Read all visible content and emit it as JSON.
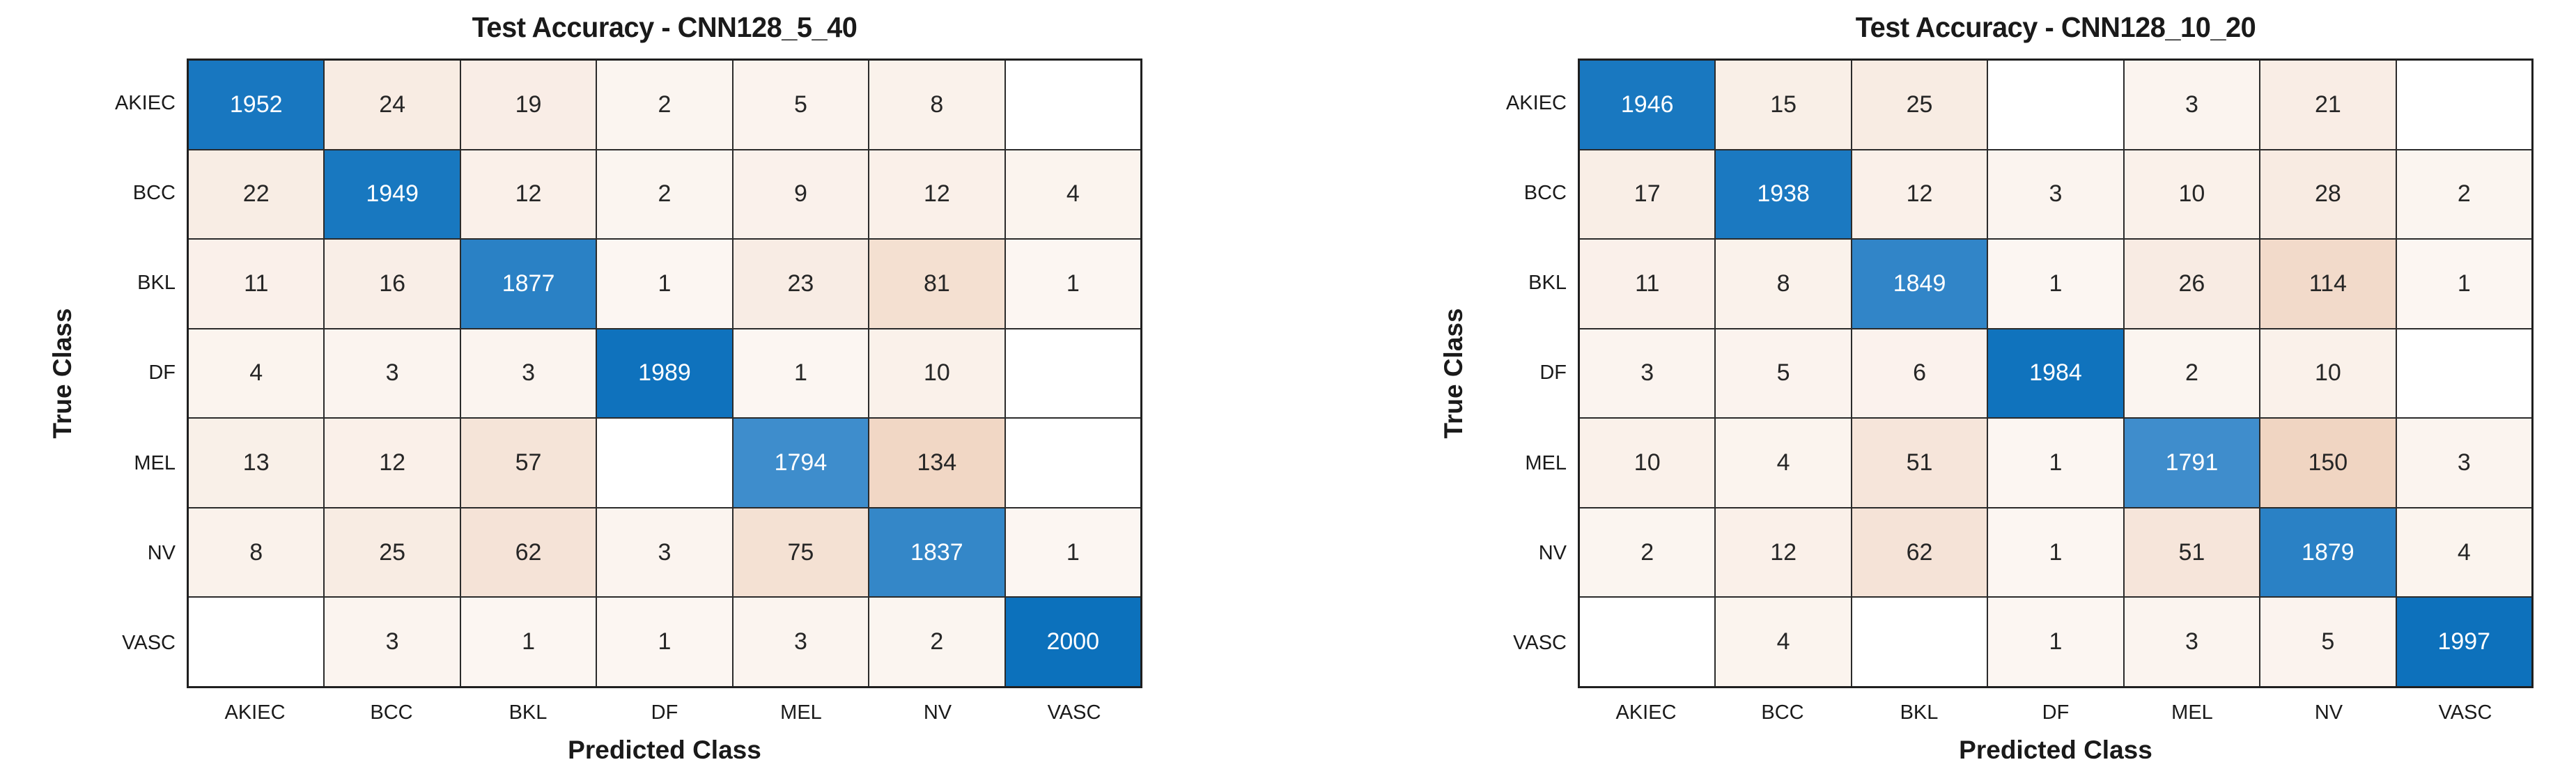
{
  "figure": {
    "background": "#ffffff"
  },
  "colors": {
    "diag_low": "#3F8DCC",
    "diag_high": "#0C71BC",
    "offdiag_tint": "#F0D5C2",
    "offdiag_zero": "#FFFFFF",
    "grid_line": "#2B2B2B",
    "cell_text_dark": "#262626",
    "cell_text_light": "#FFFFFF",
    "label_color": "#1A1A1A"
  },
  "chart_data": [
    {
      "type": "heatmap",
      "title": "Test Accuracy - CNN128_5_40",
      "xlabel": "Predicted Class",
      "ylabel": "True Class",
      "legend": "none",
      "grid": "on",
      "classes": [
        "AKIEC",
        "BCC",
        "BKL",
        "DF",
        "MEL",
        "NV",
        "VASC"
      ],
      "matrix": [
        [
          1952,
          24,
          19,
          2,
          5,
          8,
          null
        ],
        [
          22,
          1949,
          12,
          2,
          9,
          12,
          4
        ],
        [
          11,
          16,
          1877,
          1,
          23,
          81,
          1
        ],
        [
          4,
          3,
          3,
          1989,
          1,
          10,
          null
        ],
        [
          13,
          12,
          57,
          null,
          1794,
          134,
          null
        ],
        [
          8,
          25,
          62,
          3,
          75,
          1837,
          1
        ],
        [
          null,
          3,
          1,
          1,
          3,
          2,
          2000
        ]
      ]
    },
    {
      "type": "heatmap",
      "title": "Test Accuracy - CNN128_10_20",
      "xlabel": "Predicted Class",
      "ylabel": "True Class",
      "legend": "none",
      "grid": "on",
      "classes": [
        "AKIEC",
        "BCC",
        "BKL",
        "DF",
        "MEL",
        "NV",
        "VASC"
      ],
      "matrix": [
        [
          1946,
          15,
          25,
          null,
          3,
          21,
          null
        ],
        [
          17,
          1938,
          12,
          3,
          10,
          28,
          2
        ],
        [
          11,
          8,
          1849,
          1,
          26,
          114,
          1
        ],
        [
          3,
          5,
          6,
          1984,
          2,
          10,
          null
        ],
        [
          10,
          4,
          51,
          1,
          1791,
          150,
          3
        ],
        [
          2,
          12,
          62,
          1,
          51,
          1879,
          4
        ],
        [
          null,
          4,
          null,
          1,
          3,
          5,
          1997
        ]
      ]
    }
  ]
}
